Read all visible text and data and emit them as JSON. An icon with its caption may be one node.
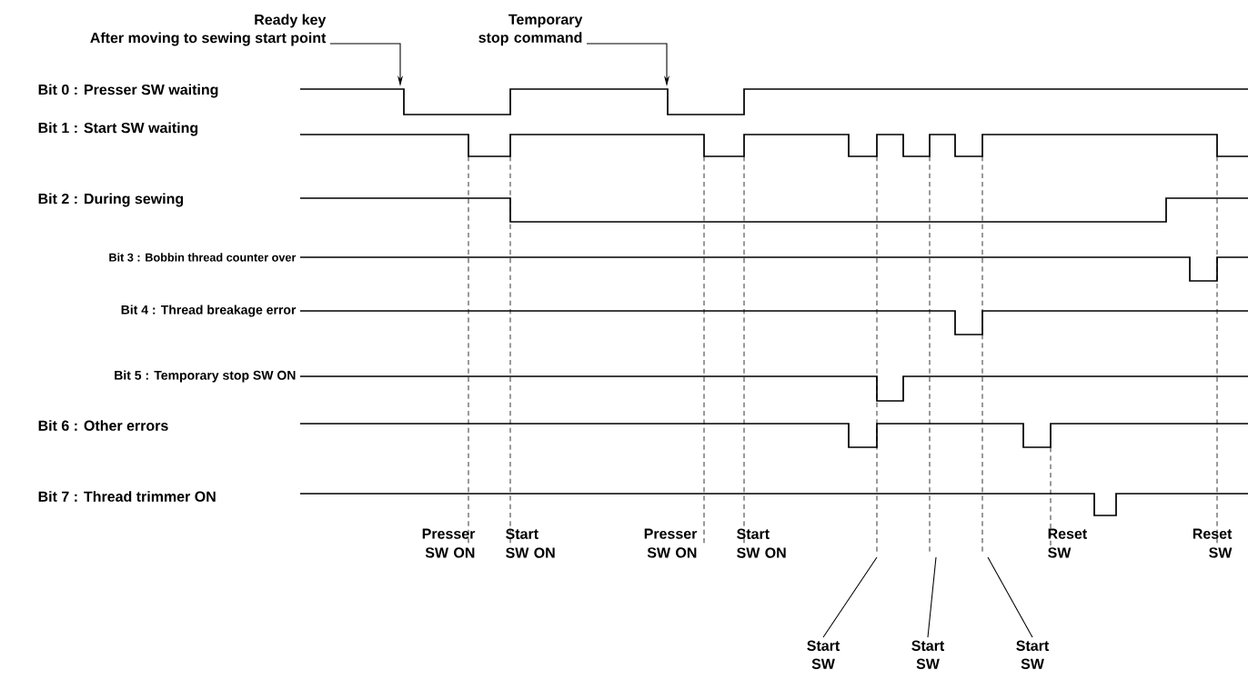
{
  "diagram": {
    "nodes": [
      {
        "text": [
          "Ready key",
          "After moving to sewing start point"
        ]
      },
      {
        "text": [
          "Temporary stop command"
        ]
      },
      {
        "text": [
          "Start SW"
        ]
      },
      {
        "text": [
          "Start SW"
        ]
      },
      {
        "text": [
          "Start SW"
        ]
      }
    ],
    "edges": [
      {
        "from": 0,
        "to": null,
        "arrow": "to"
      },
      {
        "from": 1,
        "to": null,
        "arrow": "to"
      },
      {
        "from": 2,
        "to": null,
        "arrow": "none"
      },
      {
        "from": 3,
        "to": null,
        "arrow": "none"
      },
      {
        "from": 4,
        "to": null,
        "arrow": "none"
      }
    ],
    "labels": [
      "Bit 0 : Presser SW waiting",
      "Bit 1 : Start SW waiting",
      "Bit 2 : During sewing",
      "Bit 3 : Bobbin thread counter over",
      "Bit 4 : Thread breakage error",
      "Bit 5 : Temporary stop SW ON",
      "Bit 6 : Other errors",
      "Bit 7 : Thread trimmer ON",
      "Presser SW ON",
      "Start SW ON",
      "Presser SW ON",
      "Start SW ON",
      "Reset SW",
      "Reset SW"
    ]
  }
}
